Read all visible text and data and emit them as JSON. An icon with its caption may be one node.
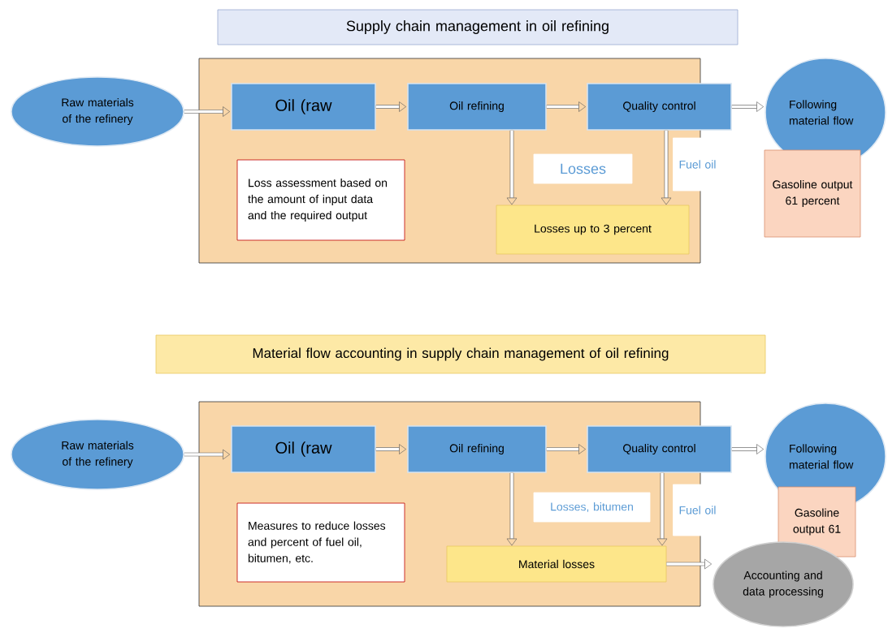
{
  "diagram": {
    "nodes": [
      {
        "text": [
          "Supply chain management in oil refining"
        ]
      },
      {
        "text": [],
        "shape": "box"
      },
      {
        "text": [
          "Raw materials of the refinery"
        ]
      },
      {
        "text": [
          "Oil (raw"
        ],
        "in": 1
      },
      {
        "text": [
          "Oil refining"
        ],
        "in": 1
      },
      {
        "text": [
          "Quality control"
        ]
      },
      {
        "text": [
          "Following material flow"
        ]
      },
      {
        "text": [
          "Loss assessment based on the amount of input data and the required output"
        ],
        "in": 1
      },
      {
        "text": [
          "Losses"
        ],
        "in": 1
      },
      {
        "text": [
          "Fuel oil"
        ],
        "in": 1
      },
      {
        "text": [
          "Losses up to 3 percent"
        ],
        "in": 1
      },
      {
        "text": [
          "Gasoline output 61 percent"
        ]
      },
      {
        "text": [
          "Material flow accounting in supply chain management of oil refining"
        ]
      },
      {
        "text": [],
        "shape": "box"
      },
      {
        "text": [
          "Raw materials of the refinery"
        ]
      },
      {
        "text": [
          "Oil (raw"
        ],
        "in": 13
      },
      {
        "text": [
          "Oil refining"
        ],
        "in": 13
      },
      {
        "text": [
          "Quality control"
        ]
      },
      {
        "text": [
          "Following material flow"
        ]
      },
      {
        "text": [
          "Measures to reduce losses and percent of fuel oil, bitumen, etc."
        ],
        "in": 13
      },
      {
        "text": [
          "Losses, bitumen"
        ],
        "in": 13
      },
      {
        "text": [
          "Fuel oil"
        ],
        "in": 13
      },
      {
        "text": [
          "Material losses"
        ],
        "in": 13
      },
      {
        "text": [
          "Gasoline output 61"
        ]
      },
      {
        "text": [
          "Accounting and data processing"
        ]
      }
    ],
    "edges": [
      {
        "from": 2,
        "to": 3,
        "arrow": "to"
      },
      {
        "from": 3,
        "to": 4,
        "arrow": "to"
      },
      {
        "from": 4,
        "to": 5,
        "arrow": "to"
      },
      {
        "from": 5,
        "to": 6,
        "arrow": "to"
      },
      {
        "from": 4,
        "to": 10,
        "arrow": "to"
      },
      {
        "from": 5,
        "to": 10,
        "arrow": "to"
      },
      {
        "from": 14,
        "to": 15,
        "arrow": "to"
      },
      {
        "from": 15,
        "to": 16,
        "arrow": "to"
      },
      {
        "from": 16,
        "to": 17,
        "arrow": "to"
      },
      {
        "from": 17,
        "to": 18,
        "arrow": "to"
      },
      {
        "from": 16,
        "to": 22,
        "arrow": "to"
      },
      {
        "from": 17,
        "to": 22,
        "arrow": "to"
      },
      {
        "from": 22,
        "to": 24,
        "arrow": "to"
      }
    ]
  }
}
